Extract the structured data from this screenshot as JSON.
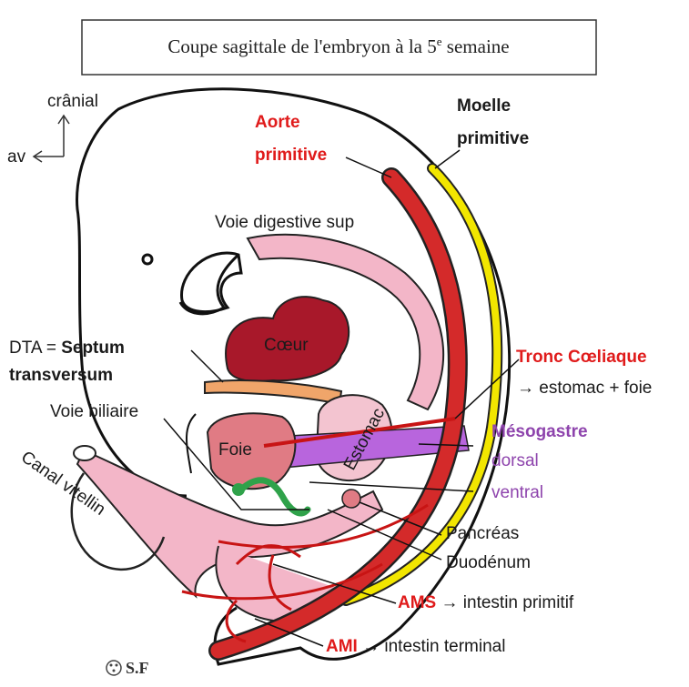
{
  "title": "Coupe sagittale de l'embryon à la 5",
  "title_sup": "e",
  "title_end": " semaine",
  "orientation": {
    "cranial": "crânial",
    "anterior": "av"
  },
  "labels": {
    "aorte_1": "Aorte",
    "aorte_2": "primitive",
    "moelle_1": "Moelle",
    "moelle_2": "primitive",
    "voie_digestive": "Voie digestive sup",
    "dta_prefix": "DTA = ",
    "septum_1": "Septum",
    "septum_2": "transversum",
    "coeur": "Cœur",
    "voie_biliaire": "Voie biliaire",
    "foie": "Foie",
    "estomac": "Estomac",
    "canal_vitellin": "Canal vitellin",
    "tronc": "Tronc Cœliaque",
    "tronc_desc": "→ estomac + foie",
    "mesogastre": "Mésogastre",
    "dorsal": "dorsal",
    "ventral": "ventral",
    "pancreas": "Pancréas",
    "duodenum": "Duodénum",
    "ams": "AMS",
    "ams_desc": " → intestin primitif",
    "ami": "AMI",
    "ami_desc": " → intestin terminal"
  },
  "signature": "S.F",
  "colors": {
    "aorta": "#d42a2a",
    "spinal_cord": "#f2e600",
    "heart": "#a8182a",
    "septum": "#f0a56a",
    "gut": "#f3b6c8",
    "liver": "#e07b84",
    "mesogastrium": "#b865dd",
    "bile_duct": "#2fa24a",
    "label_red": "#e01b1b",
    "label_purple": "#8e44ad"
  }
}
